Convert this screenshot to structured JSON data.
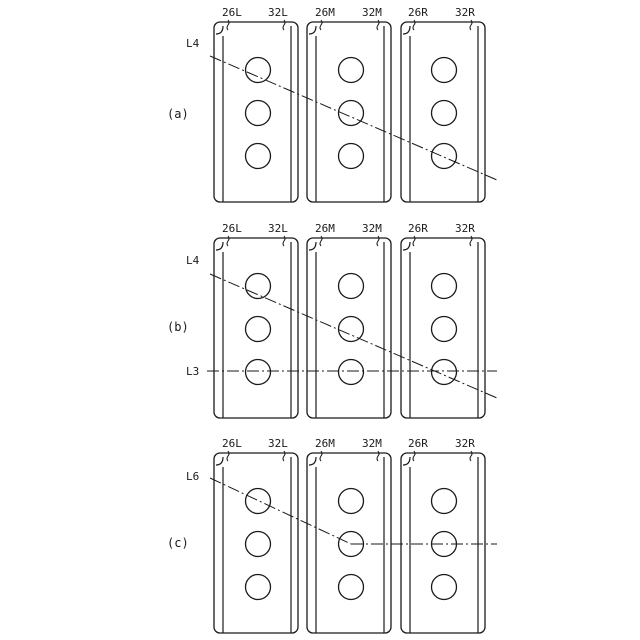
{
  "panels": [
    {
      "label": "(a)",
      "component_labels": [
        "26L",
        "32L",
        "26M",
        "32M",
        "26R",
        "32R"
      ],
      "line_labels": [
        "L4"
      ]
    },
    {
      "label": "(b)",
      "component_labels": [
        "26L",
        "32L",
        "26M",
        "32M",
        "26R",
        "32R"
      ],
      "line_labels": [
        "L4",
        "L3"
      ]
    },
    {
      "label": "(c)",
      "component_labels": [
        "26L",
        "32L",
        "26M",
        "32M",
        "26R",
        "32R"
      ],
      "line_labels": [
        "L6"
      ]
    }
  ]
}
